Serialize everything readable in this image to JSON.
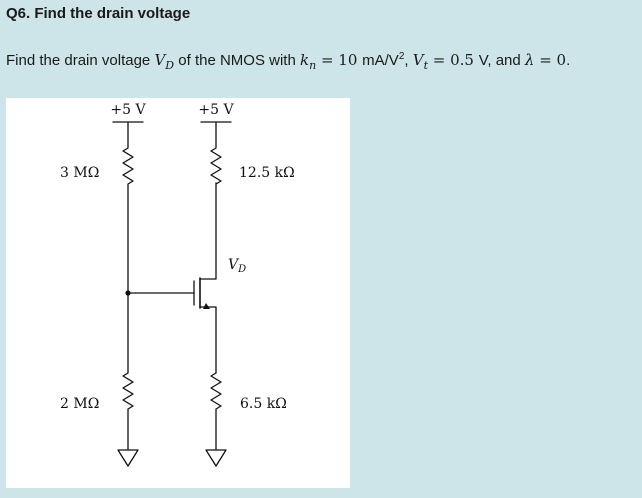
{
  "page": {
    "title": "Q6. Find the drain voltage"
  },
  "question": {
    "intro": "Find the drain voltage ",
    "vd_symbol": "V",
    "vd_sub": "D",
    "mid": " of the NMOS with ",
    "kn_symbol": "k",
    "kn_sub": "n",
    "eq1": " = 10 ",
    "kn_unit": "mA/V",
    "kn_unit_exp": "2",
    "sep1": ", ",
    "vt_symbol": "V",
    "vt_sub": "t",
    "eq2": " = 0.5 ",
    "vt_unit": "V",
    "and_text": ", and ",
    "lambda_symbol": "λ",
    "eq3": " = 0",
    "end": "."
  },
  "circuit": {
    "supply_left": "+5 V",
    "supply_right": "+5 V",
    "r_top_left": "3 MΩ",
    "r_bottom_left": "2 MΩ",
    "r_drain": "12.5 kΩ",
    "r_source": "6.5 kΩ",
    "vd_label": "V",
    "vd_label_sub": "D"
  }
}
